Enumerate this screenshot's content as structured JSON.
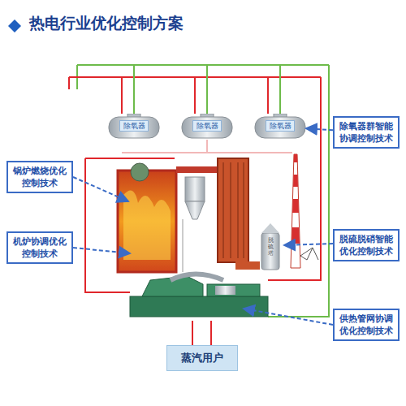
{
  "diagram": {
    "title": "热电行业优化控制方案",
    "nodes": [
      {
        "text": [
          "除氧器"
        ]
      },
      {
        "text": [
          "除氧器"
        ]
      },
      {
        "text": [
          "除氧器"
        ]
      },
      {
        "text": [
          "除氧器群智能协调控制技术"
        ]
      },
      {
        "text": [
          "锅炉燃烧优化控制技术"
        ]
      },
      {
        "text": [
          "机炉协调优化控制技术"
        ]
      },
      {
        "text": [
          "脱硫脱硝智能优化控制技术"
        ]
      },
      {
        "text": [
          "供热管网协调优化控制技术"
        ]
      },
      {
        "text": [
          "蒸汽用户"
        ]
      }
    ],
    "edges": [
      {
        "from": 3,
        "to": 2,
        "arrow": "to"
      }
    ],
    "labels": [
      "脱硫塔"
    ]
  }
}
